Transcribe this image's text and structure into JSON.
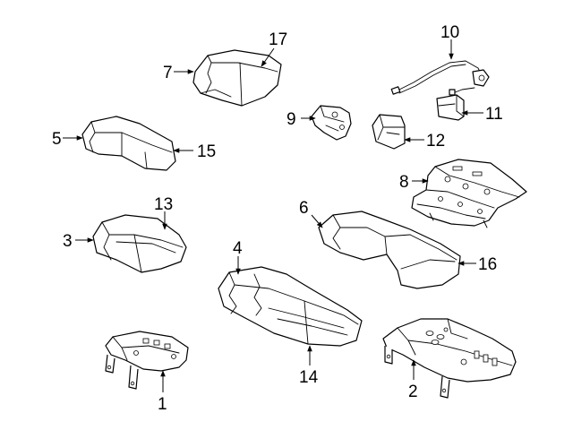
{
  "diagram": {
    "colors": {
      "line": "#000000",
      "background": "#ffffff"
    },
    "callouts": {
      "c1": "1",
      "c2": "2",
      "c3": "3",
      "c4": "4",
      "c5": "5",
      "c6": "6",
      "c7": "7",
      "c8": "8",
      "c9": "9",
      "c10": "10",
      "c11": "11",
      "c12": "12",
      "c13": "13",
      "c14": "14",
      "c15": "15",
      "c16": "16",
      "c17": "17"
    }
  }
}
